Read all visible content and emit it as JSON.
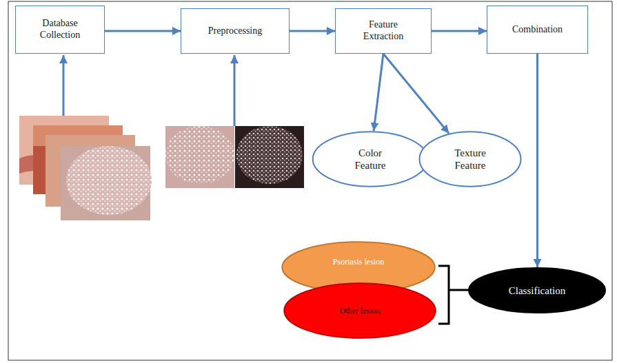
{
  "diagram": {
    "nodes": [
      {
        "text": [
          "Database Collection"
        ]
      },
      {
        "text": [
          "Preprocessing"
        ]
      },
      {
        "text": [
          "Feature Extraction"
        ]
      },
      {
        "text": [
          "Combination"
        ]
      },
      {
        "text": [
          "Color Feature"
        ]
      },
      {
        "text": [
          "Texture Feature"
        ]
      },
      {
        "text": [
          "Psoriasis lesion"
        ]
      },
      {
        "text": [
          "Other lesion"
        ]
      },
      {
        "text": [
          "Classification"
        ]
      }
    ],
    "edges": [
      {
        "from": 0,
        "to": 1,
        "arrow": "to"
      },
      {
        "from": 1,
        "to": 2,
        "arrow": "to"
      },
      {
        "from": 2,
        "to": 3,
        "arrow": "to"
      },
      {
        "from": 2,
        "to": 4,
        "arrow": "to"
      },
      {
        "from": 2,
        "to": 5,
        "arrow": "to"
      },
      {
        "from": 3,
        "to": 8,
        "arrow": "to"
      }
    ]
  }
}
